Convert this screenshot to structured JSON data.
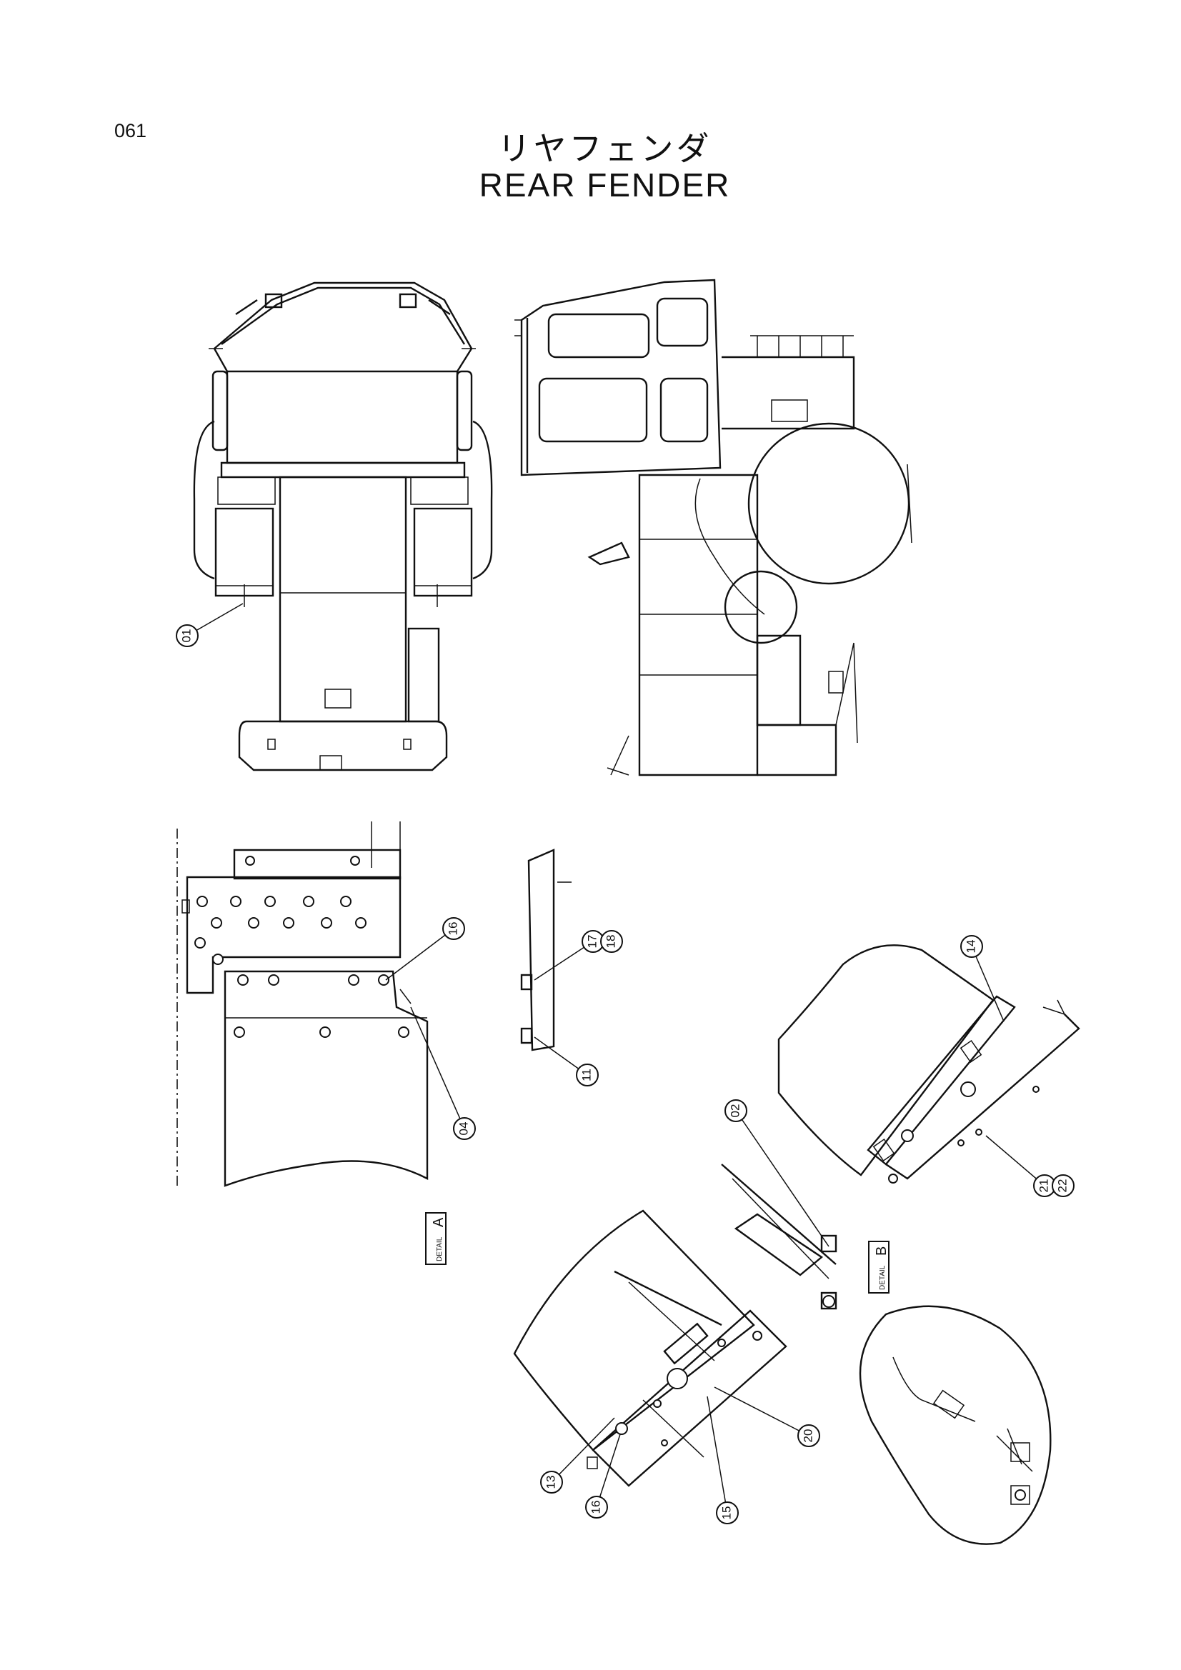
{
  "page": {
    "number": "061",
    "title_jp": "リヤフェンダ",
    "title_en": "REAR FENDER"
  },
  "callouts": [
    "01",
    "16",
    "04",
    "17",
    "18",
    "11",
    "14",
    "02",
    "21",
    "22",
    "20",
    "13",
    "16",
    "15"
  ],
  "detail_labels": {
    "a": {
      "prefix": "DETAIL",
      "letter": "A"
    },
    "b": {
      "prefix": "DETAIL",
      "letter": "B"
    }
  }
}
